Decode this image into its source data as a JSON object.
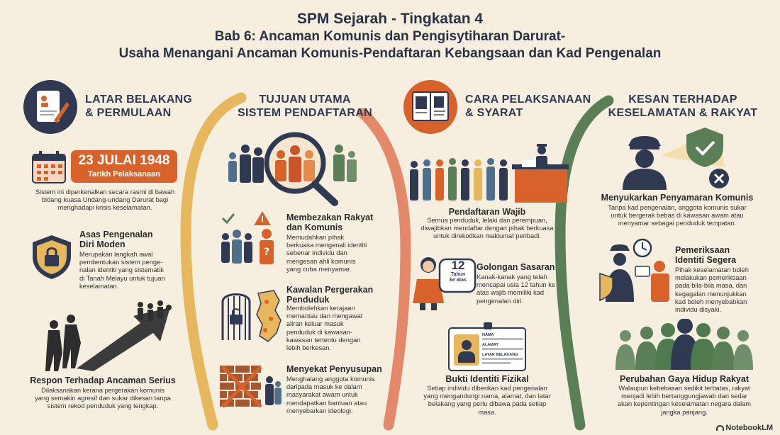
{
  "header": {
    "title": "SPM Sejarah - Tingkatan 4",
    "subtitle_line1": "Bab 6: Ancaman Komunis dan Pengisytiharan Darurat-",
    "subtitle_line2": "Usaha Menangani Ancaman Komunis-Pendaftaran Kebangsaan dan Kad Pengenalan"
  },
  "col1": {
    "heading_l1": "LATAR BELAKANG",
    "heading_l2": "& PERMULAAN",
    "date": "23 JULAI 1948",
    "date_label": "Tarikh Pelaksanaan",
    "intro": [
      "Sistem ini diperkenalkan secara rasmi di bawah",
      "bidang kuasa Undang-undang Darurat bagi",
      "menghadapi krisis keselamatan."
    ],
    "s1_title_l1": "Asas Pengenalan",
    "s1_title_l2": "Diri Moden",
    "s1_text": [
      "Merupakan langkah awal",
      "pembentukan sistem penge-",
      "nalan identiti yang sistematik",
      "di Tanah Melayu untuk tujuan",
      "keselamatan."
    ],
    "s2_title": "Respon Terhadap Ancaman Serius",
    "s2_text": [
      "Dilaksanakan kerana pergerakan komunis",
      "yang semakin agresif dan sukar dikesan tanpa",
      "sistem rekod penduduk yang lengkap."
    ]
  },
  "col2": {
    "heading_l1": "TUJUAN UTAMA",
    "heading_l2": "SISTEM PENDAFTARAN",
    "s1_title_l1": "Membezakan Rakyat",
    "s1_title_l2": "dan Komunis",
    "s1_text": [
      "Memudahkan pihak",
      "berkuasa mengenali identiti",
      "sebenar individu dan",
      "mengesan ahli komunis",
      "yang cuba menyamar."
    ],
    "s2_title_l1": "Kawalan Pergerakan",
    "s2_title_l2": "Penduduk",
    "s2_text": [
      "Membolehkan kerajaan",
      "memantau dan mengawal",
      "aliran keluar masuk",
      "penduduk di kawasan-",
      "kawasan tertentu dengan",
      "lebih berkesan."
    ],
    "s3_title": "Menyekat Penyusupan",
    "s3_text": [
      "Menghalang anggota komunis",
      "daripada masuk ke dalam",
      "masyarakat awam untuk",
      "mendapatkan bantuan atau",
      "menyebarkan ideologi."
    ]
  },
  "col3": {
    "heading_l1": "CARA PELAKSANAAN",
    "heading_l2": "& SYARAT",
    "s1_title": "Pendaftaran Wajib",
    "s1_text": [
      "Semua penduduk, lelaki dan perempuan,",
      "diwajibkan mendaftar dengan pihak berkuasa",
      "untuk direkodkan maklumat peribadi."
    ],
    "s2_badge_num": "12",
    "s2_badge_l1": "Tahun",
    "s2_badge_l2": "ke atas",
    "s2_title": "Golongan Sasaran",
    "s2_text": [
      "Kanak-kanak yang telah",
      "mencapai usia 12 tahun ke",
      "atas wajib memiliki kad",
      "pengenalan diri."
    ],
    "card_nama": "NAMA",
    "card_alamat": "ALAMAT",
    "card_latar": "LATAR BELAKANG",
    "s3_title": "Bukti Identiti Fizikal",
    "s3_text": [
      "Setiap individu diberikan kad pengenalan",
      "yang mengandungi nama, alamat, dan latar",
      "belakang yang perlu dibawa pada setiap",
      "masa."
    ]
  },
  "col4": {
    "heading_l1": "KESAN TERHADAP",
    "heading_l2": "KESELAMATAN & RAKYAT",
    "s1_title": "Menyukarkan Penyamaran Komunis",
    "s1_text": [
      "Tanpa kad pengenalan, anggota komunis sukar",
      "untuk bergerak bebas di kawasan awam atau",
      "menyamar sebagai penduduk tempatan."
    ],
    "s2_title_l1": "Pemeriksaan",
    "s2_title_l2": "Identiti Segera",
    "s2_text": [
      "Pihak keselamatan boleh",
      "melakukan pemeriksaan",
      "pada bila-bila masa, dan",
      "kegagalan menunjukkan",
      "kad boleh menyebabkan",
      "individu disyaki."
    ],
    "s3_title": "Perubahan Gaya Hidup Rakyat",
    "s3_text": [
      "Walaupun kebebasan sedikit terbatas, rakyat",
      "menjadi lebih bertanggungjawab dan sedar",
      "akan kepentingan keselamatan negara dalam",
      "jangka panjang."
    ]
  },
  "footer": {
    "brand": "NotebookLM"
  },
  "colors": {
    "orange": "#d9622b",
    "navy": "#2f3a52",
    "gold": "#e2b25a",
    "green": "#4e7a4e",
    "salmon": "#e3896a"
  }
}
